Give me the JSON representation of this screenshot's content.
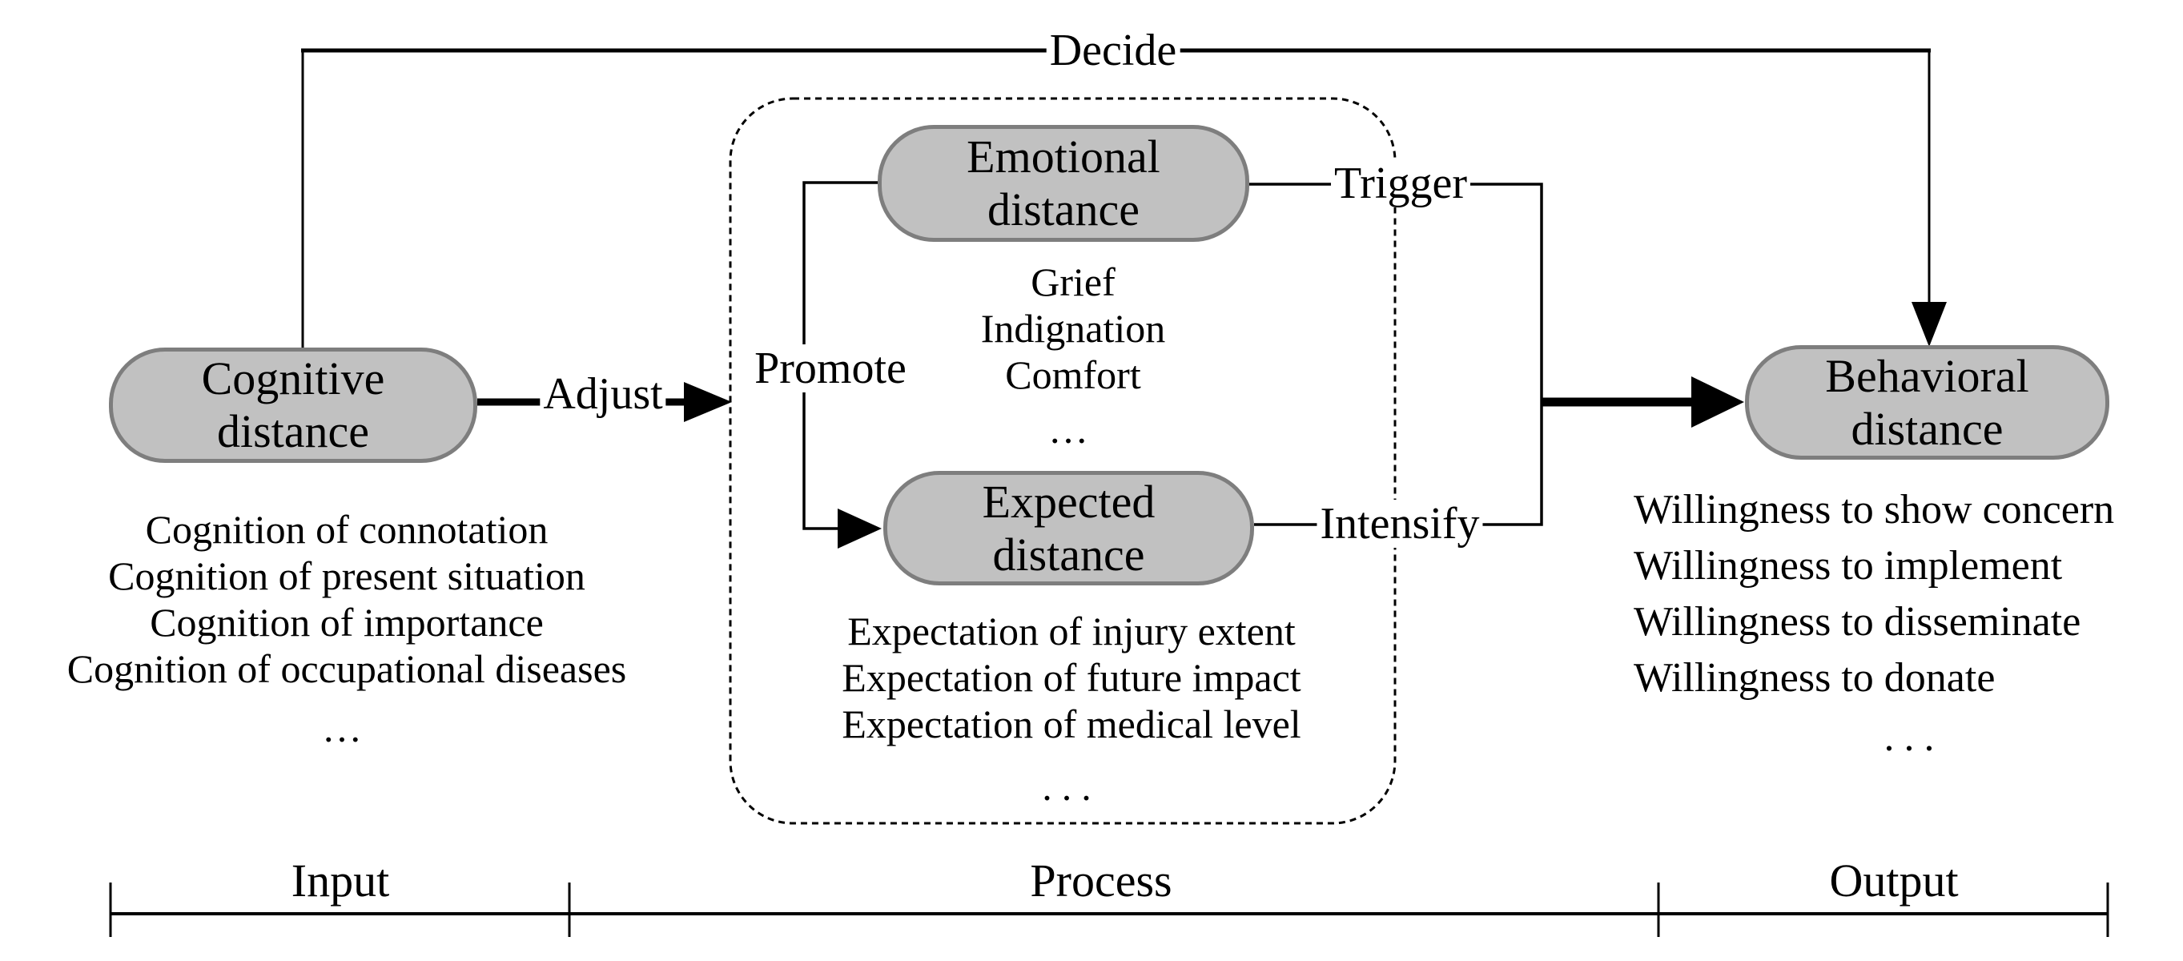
{
  "colors": {
    "node-fill": "#c1c1c1",
    "node-border": "#7e7e7e",
    "line": "#000000",
    "label-bg": "#ffffff"
  },
  "nodes": {
    "cognitive": {
      "line1": "Cognitive",
      "line2": "distance"
    },
    "emotional": {
      "line1": "Emotional",
      "line2": "distance"
    },
    "expected": {
      "line1": "Expected",
      "line2": "distance"
    },
    "behavioral": {
      "line1": "Behavioral",
      "line2": "distance"
    }
  },
  "edges": {
    "decide": "Decide",
    "adjust": "Adjust",
    "promote": "Promote",
    "trigger": "Trigger",
    "intensify": "Intensify"
  },
  "lists": {
    "cognition": [
      "Cognition of connotation",
      "Cognition of present situation",
      "Cognition of importance",
      "Cognition of occupational diseases",
      "…"
    ],
    "emotions": [
      "Grief",
      "Indignation",
      "Comfort",
      "…"
    ],
    "expectations": [
      "Expectation of injury extent",
      "Expectation of future impact",
      "Expectation of medical level",
      "..."
    ],
    "willingness": [
      "Willingness to show concern",
      "Willingness to implement",
      "Willingness to disseminate",
      "Willingness to donate",
      "..."
    ]
  },
  "axis": {
    "input": "Input",
    "process": "Process",
    "output": "Output"
  }
}
